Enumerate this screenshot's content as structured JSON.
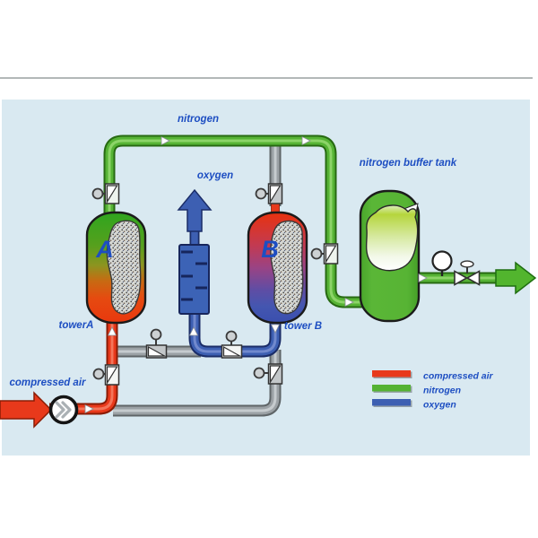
{
  "window": {
    "background": "#ffffff",
    "panel_background": "#d9e9f1",
    "divider_color": "#9aa0a0"
  },
  "labels": {
    "nitrogen_line": "nitrogen",
    "oxygen_line": "oxygen",
    "buffer_tank": "nitrogen buffer tank",
    "tower_a": "towerA",
    "tower_b": "tower B",
    "compressed_air_inlet": "compressed air",
    "tower_a_letter": "A",
    "tower_b_letter": "B"
  },
  "legend": {
    "items": [
      {
        "label": "compressed air",
        "color": "#e8391b"
      },
      {
        "label": "nitrogen",
        "color": "#54b233"
      },
      {
        "label": "oxygen",
        "color": "#3d5fb2"
      }
    ]
  },
  "colors": {
    "label_text": "#1d4ec2",
    "pipe_nitrogen": "#56b335",
    "pipe_compressed_air": "#e8391b",
    "pipe_oxygen": "#3d5fb2",
    "pipe_inactive_gray": "#9ba1a5",
    "buffer_tank_green": "#55b233",
    "tower_a_top": "#2fa51e",
    "tower_a_bottom": "#e8380e",
    "tower_b_top": "#e8320f",
    "tower_b_bottom": "#3a4fae"
  }
}
